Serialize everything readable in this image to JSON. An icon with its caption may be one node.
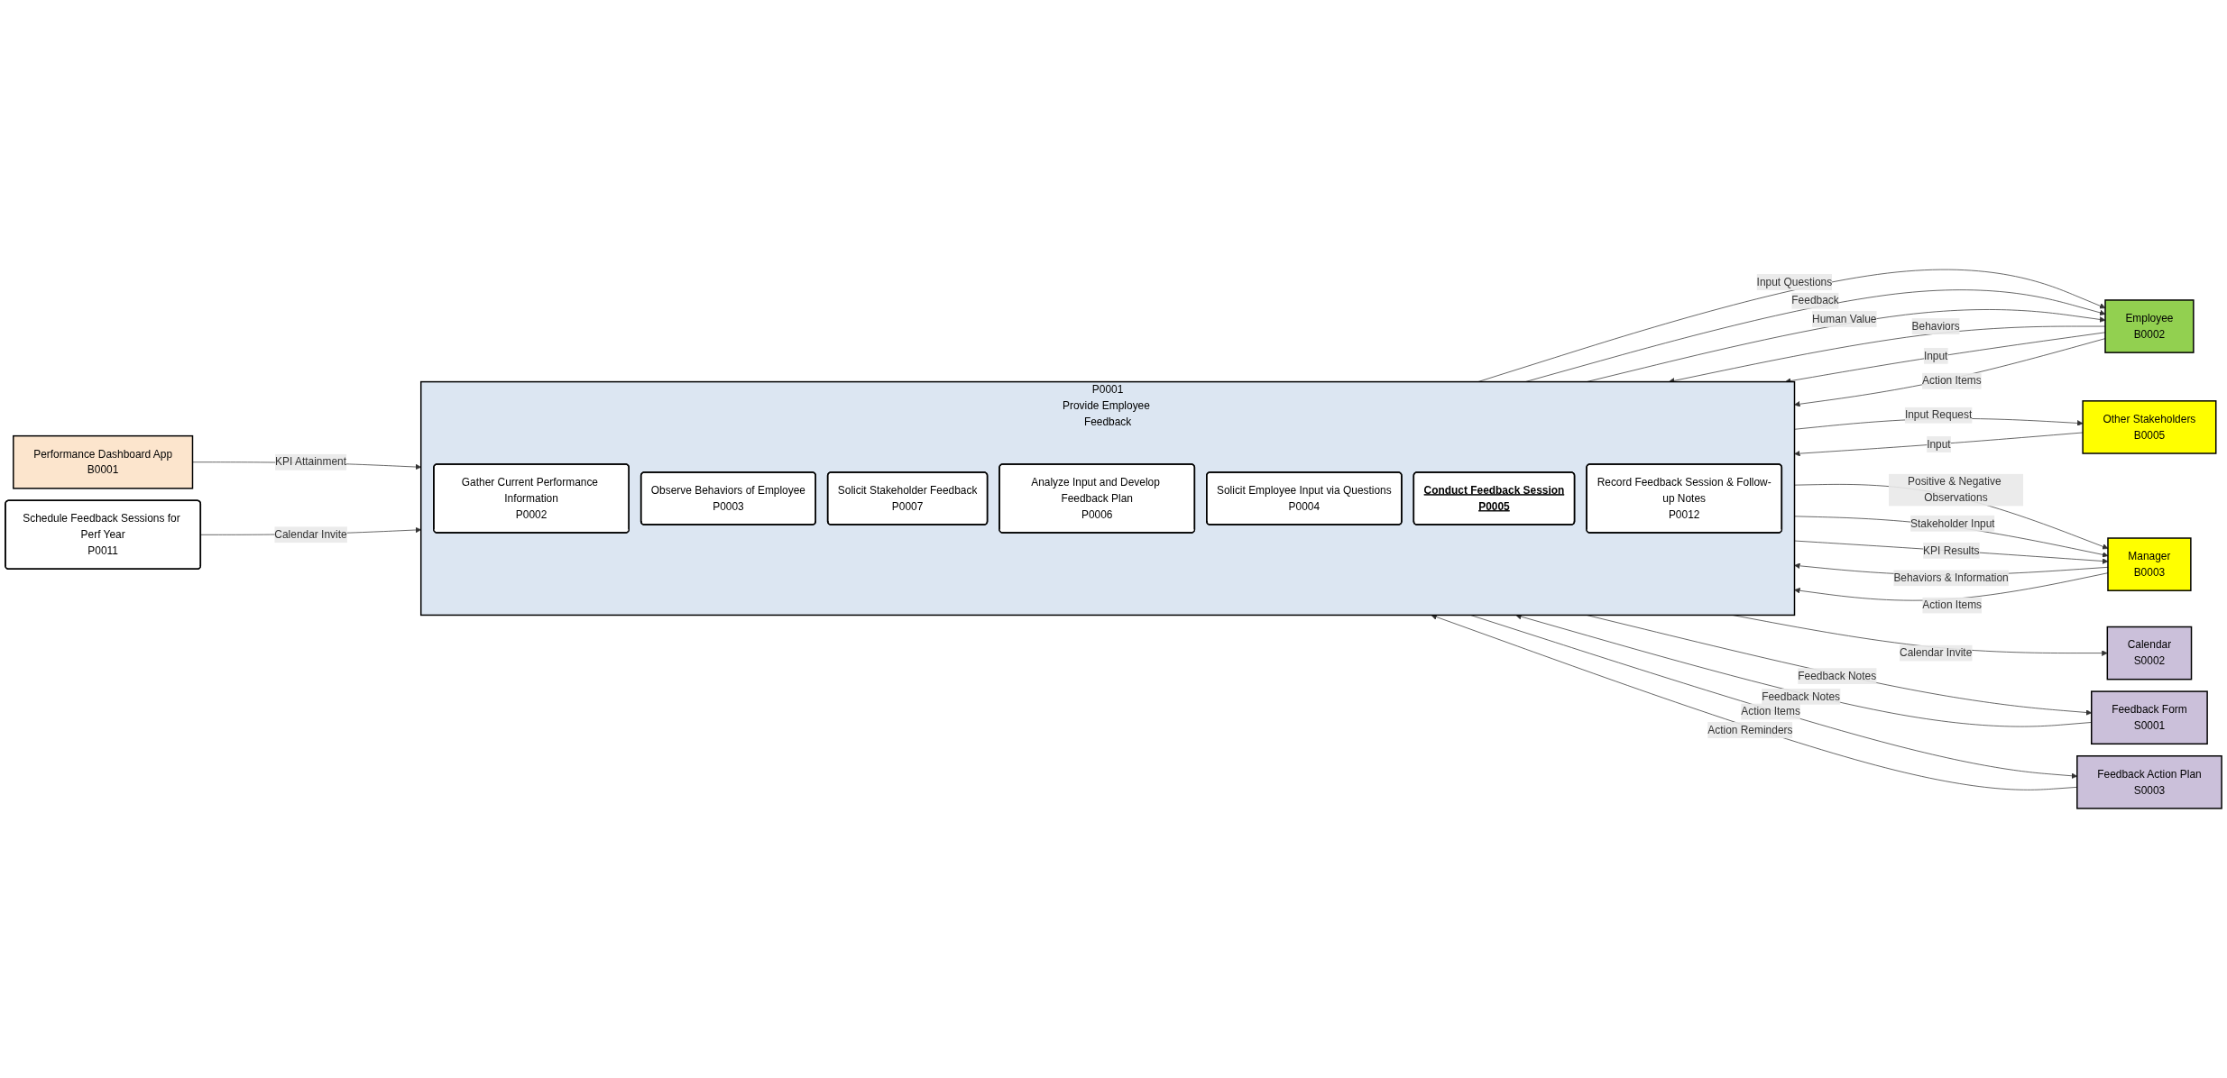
{
  "diagram": {
    "nodes": [
      {
        "text": [
          "Employee",
          "B0002"
        ]
      },
      {
        "text": [
          "Other Stakeholders",
          "B0005"
        ]
      },
      {
        "text": [
          "P0001",
          "Provide Employee Feedback"
        ]
      },
      {
        "text": [
          "Gather Current Performance Information",
          "P0002"
        ],
        "in": 2
      },
      {
        "text": [
          "Observe Behaviors of Employee",
          "P0003"
        ],
        "in": 2
      },
      {
        "text": [
          "Solicit Stakeholder Feedback",
          "P0007"
        ],
        "in": 2
      },
      {
        "text": [
          "Analyze Input and Develop Feedback Plan",
          "P0006"
        ],
        "in": 2
      },
      {
        "text": [
          "Solicit Employee Input via Questions",
          "P0004"
        ],
        "in": 2
      },
      {
        "text": [
          "Conduct Feedback Session",
          "P0005"
        ],
        "in": 2
      },
      {
        "text": [
          "Record Feedback Session & Follow-up Notes",
          "P0012"
        ],
        "in": 2
      },
      {
        "text": [
          "Manager",
          "B0003"
        ]
      },
      {
        "text": [
          "Performance Dashboard App",
          "B0001"
        ]
      },
      {
        "text": [
          "Calendar",
          "S0002"
        ]
      },
      {
        "text": [
          "Schedule Feedback Sessions for Perf Year",
          "P0011"
        ]
      },
      {
        "text": [
          "Feedback Form",
          "S0001"
        ]
      },
      {
        "text": [
          "Feedback Action Plan",
          "S0003"
        ]
      }
    ],
    "edges": [
      {
        "from": 0,
        "to": 2,
        "arrow": "to",
        "label": "Behaviors"
      },
      {
        "from": 2,
        "to": 0,
        "arrow": "to",
        "label": "Input Questions"
      },
      {
        "from": 0,
        "to": 2,
        "arrow": "to",
        "label": "Input"
      },
      {
        "from": 2,
        "to": 0,
        "arrow": "to",
        "label": "Feedback"
      },
      {
        "from": 0,
        "to": 2,
        "arrow": "to",
        "label": "Action Items"
      },
      {
        "from": 2,
        "to": 0,
        "arrow": "to",
        "label": "Human Value"
      },
      {
        "from": 2,
        "to": 1,
        "arrow": "to",
        "label": "Input Request"
      },
      {
        "from": 1,
        "to": 2,
        "arrow": "to",
        "label": "Input"
      },
      {
        "from": 2,
        "to": 10,
        "arrow": "to",
        "label": "Positive & Negative Observations"
      },
      {
        "from": 2,
        "to": 10,
        "arrow": "to",
        "label": "Stakeholder Input"
      },
      {
        "from": 2,
        "to": 10,
        "arrow": "to",
        "label": "KPI Results"
      },
      {
        "from": 10,
        "to": 2,
        "arrow": "to",
        "label": "Behaviors & Information"
      },
      {
        "from": 10,
        "to": 2,
        "arrow": "to",
        "label": "Action Items"
      },
      {
        "from": 11,
        "to": 2,
        "arrow": "to",
        "label": "KPI Attainment"
      },
      {
        "from": 2,
        "to": 12,
        "arrow": "to",
        "label": "Calendar Invite"
      },
      {
        "from": 13,
        "to": 2,
        "arrow": "to",
        "label": "Calendar Invite"
      },
      {
        "from": 2,
        "to": 14,
        "arrow": "to",
        "label": "Feedback Notes"
      },
      {
        "from": 14,
        "to": 2,
        "arrow": "to",
        "label": "Feedback Notes"
      },
      {
        "from": 2,
        "to": 15,
        "arrow": "to",
        "label": "Action Items"
      },
      {
        "from": 15,
        "to": 2,
        "arrow": "to",
        "label": "Action Reminders"
      }
    ]
  }
}
